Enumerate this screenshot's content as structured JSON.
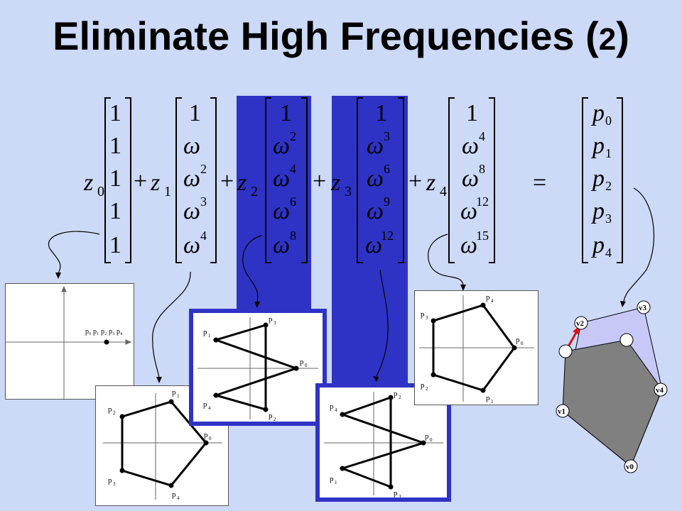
{
  "title_main": "Eliminate High Frequencies (",
  "title_num": "2",
  "title_close": ")",
  "coef": [
    "z",
    "z",
    "z",
    "z",
    "z"
  ],
  "coef_sub": [
    "0",
    "1",
    "2",
    "3",
    "4"
  ],
  "plus": "+",
  "equals": "=",
  "omega": "ω",
  "one": "1",
  "p": "p",
  "col0": [
    "1",
    "1",
    "1",
    "1",
    "1"
  ],
  "col_exps": [
    [
      "",
      "",
      "2",
      "3",
      "4"
    ],
    [
      "",
      "",
      "2",
      "4",
      "6",
      "8"
    ],
    [
      "",
      "",
      "3",
      "6",
      "9",
      "12"
    ],
    [
      "",
      "",
      "4",
      "8",
      "12",
      "15"
    ]
  ],
  "rhs_sub": [
    "0",
    "1",
    "2",
    "3",
    "4"
  ],
  "panel0_label": "p₀ p₁ p₂ p₃ p₄",
  "panel_labels": {
    "p0": "p",
    "p1": "p",
    "p2": "p",
    "p3": "p",
    "p4": "p"
  },
  "poly_vertices": [
    "v0",
    "v1",
    "v2",
    "v3",
    "v4"
  ],
  "colors": {
    "background": "#ccd9f7",
    "highlight": "#2e33c6",
    "poly_fill": "#808080",
    "poly_light": "#c8c8f8",
    "arrow": "#e01010"
  }
}
